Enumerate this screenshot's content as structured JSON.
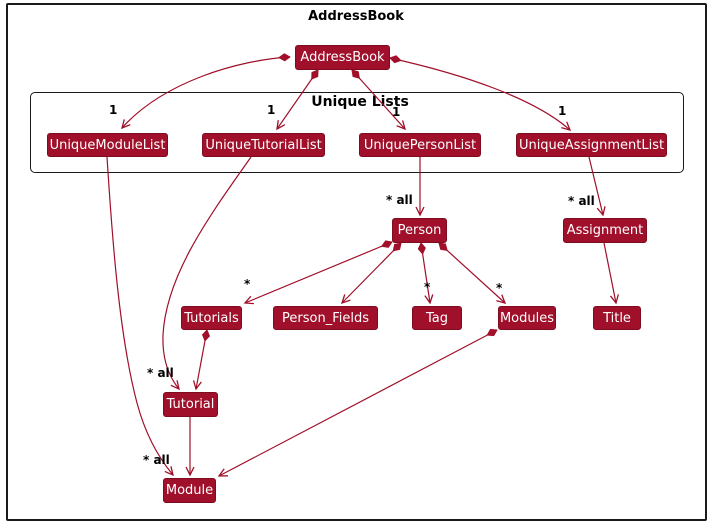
{
  "diagram": {
    "type": "uml-class-diagram",
    "title": "AddressBook",
    "frame_label": "Unique Lists",
    "colors": {
      "node_fill": "#A0102A",
      "node_border": "#7D0C20",
      "node_text": "#FFFFFF",
      "edge": "#A0102A",
      "frame_border": "#1A1A1A",
      "label_text": "#000000"
    }
  },
  "nodes": [
    {
      "id": "addressbook",
      "label": "AddressBook"
    },
    {
      "id": "unique-module-list",
      "label": "UniqueModuleList"
    },
    {
      "id": "unique-tutorial-list",
      "label": "UniqueTutorialList"
    },
    {
      "id": "unique-person-list",
      "label": "UniquePersonList"
    },
    {
      "id": "unique-assignment-list",
      "label": "UniqueAssignmentList"
    },
    {
      "id": "person",
      "label": "Person"
    },
    {
      "id": "assignment",
      "label": "Assignment"
    },
    {
      "id": "tutorials",
      "label": "Tutorials"
    },
    {
      "id": "person-fields",
      "label": "Person_Fields"
    },
    {
      "id": "tag",
      "label": "Tag"
    },
    {
      "id": "modules",
      "label": "Modules"
    },
    {
      "id": "title",
      "label": "Title"
    },
    {
      "id": "tutorial",
      "label": "Tutorial"
    },
    {
      "id": "module",
      "label": "Module"
    }
  ],
  "multiplicities": {
    "module_list_one": "1",
    "tutorial_list_one": "1",
    "person_list_one": "1",
    "assignment_list_one": "1",
    "person_all": "* all",
    "assignment_all": "* all",
    "tutorial_all": "* all",
    "module_all": "* all",
    "tutorials_star": "*",
    "tag_star": "*",
    "modules_star": "*"
  }
}
